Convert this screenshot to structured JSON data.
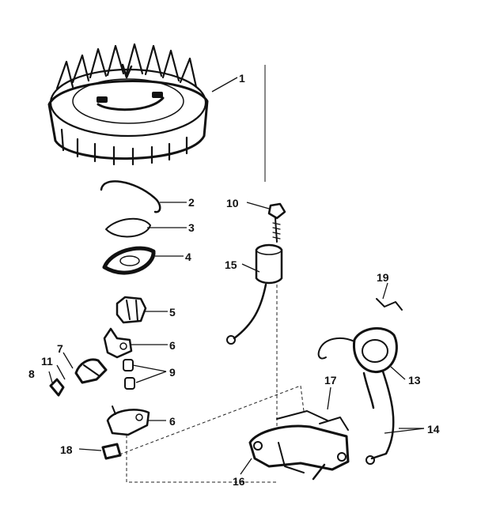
{
  "callouts": {
    "c1": "1",
    "c2": "2",
    "c3": "3",
    "c4": "4",
    "c5": "5",
    "c6a": "6",
    "c6b": "6",
    "c7": "7",
    "c8": "8",
    "c9": "9",
    "c10": "10",
    "c11": "11",
    "c13": "13",
    "c14": "14",
    "c15": "15",
    "c16": "16",
    "c17": "17",
    "c18": "18",
    "c19": "19"
  }
}
